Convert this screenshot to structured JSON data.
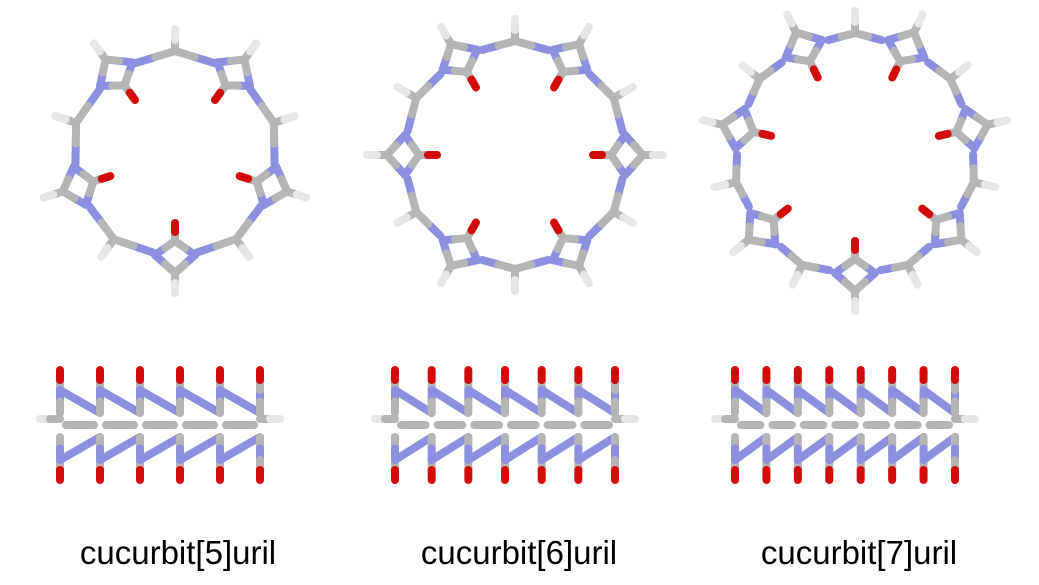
{
  "figure": {
    "title": "",
    "molecules": [
      {
        "label": "cucurbit[5]uril",
        "glycoluril_units": 5
      },
      {
        "label": "cucurbit[6]uril",
        "glycoluril_units": 6
      },
      {
        "label": "cucurbit[7]uril",
        "glycoluril_units": 7
      }
    ]
  },
  "colors": {
    "carbon": "#b5b5b5",
    "nitrogen": "#8c8fe0",
    "oxygen": "#d20a0a",
    "hydrogen": "#e6e6e6",
    "background": "#ffffff",
    "caption": "#000000"
  },
  "views": [
    "top-view",
    "side-view"
  ],
  "style": "stick-model"
}
